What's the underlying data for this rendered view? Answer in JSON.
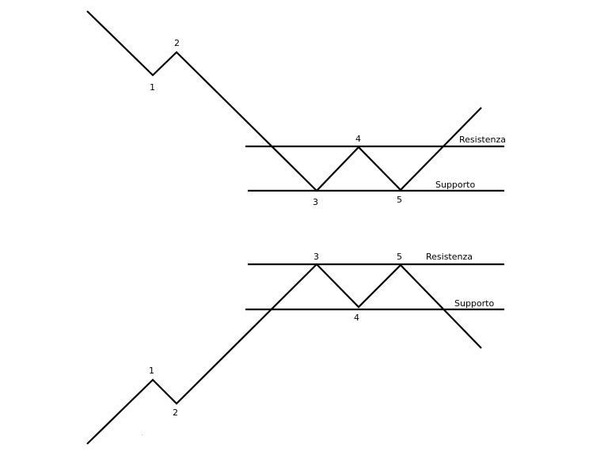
{
  "diagrams": [
    {
      "name": "bearish",
      "resistance_label": "Resistenza",
      "support_label": "Supporto",
      "points": [
        "1",
        "2",
        "3",
        "4",
        "5"
      ]
    },
    {
      "name": "bullish",
      "resistance_label": "Resistenza",
      "support_label": "Supporto",
      "points": [
        "1",
        "2",
        "3",
        "4",
        "5"
      ]
    }
  ]
}
